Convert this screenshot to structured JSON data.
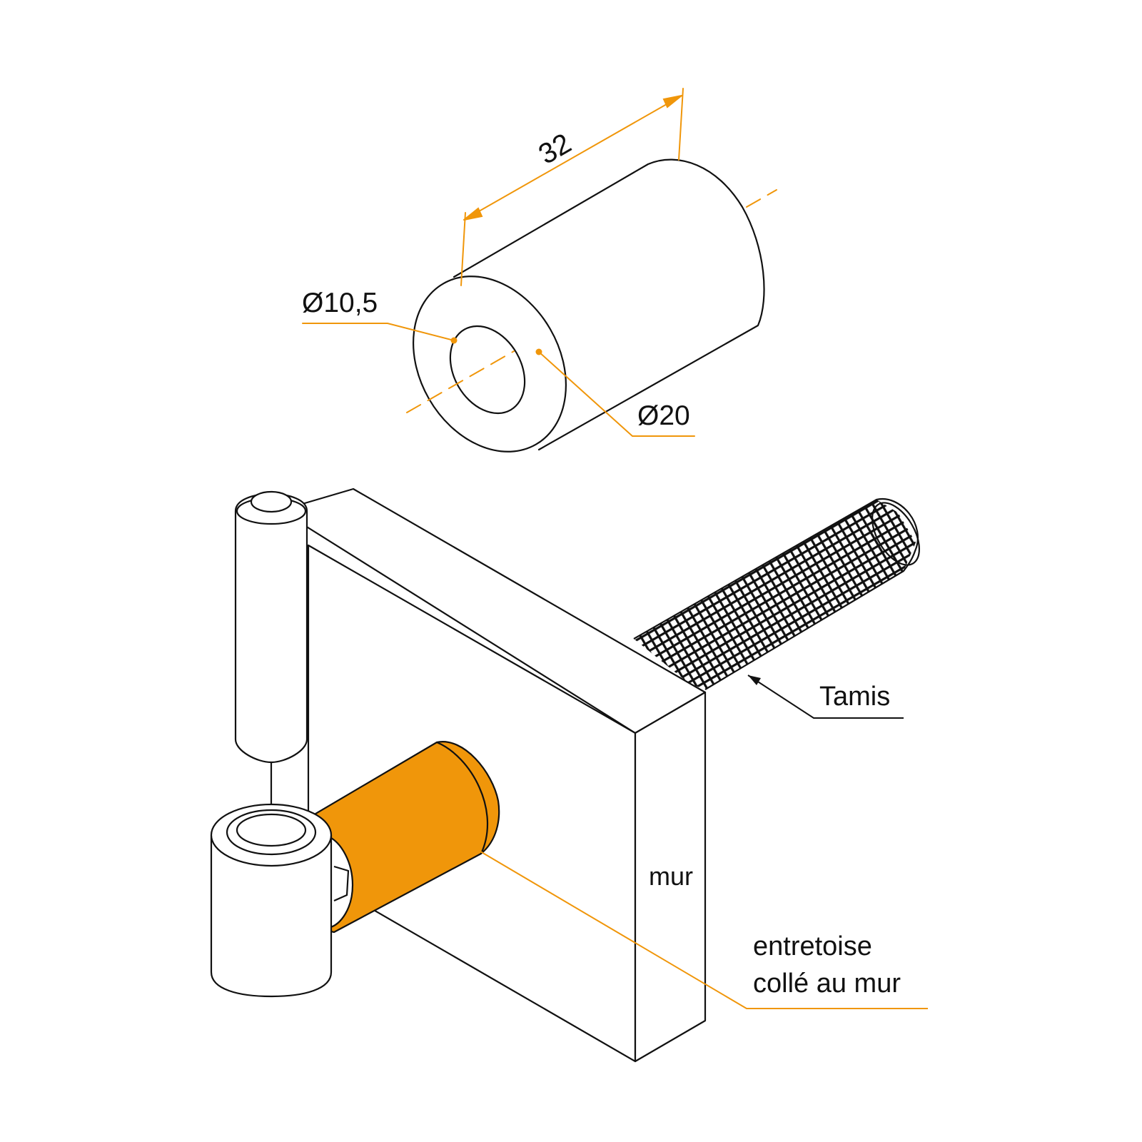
{
  "colors": {
    "line": "#111111",
    "accent": "#f0960a",
    "background": "#ffffff"
  },
  "labels": {
    "length": "32",
    "inner_diameter": "Ø10,5",
    "outer_diameter": "Ø20",
    "sieve": "Tamis",
    "wall": "mur",
    "spacer_line1": "entretoise",
    "spacer_line2": "collé au mur"
  }
}
